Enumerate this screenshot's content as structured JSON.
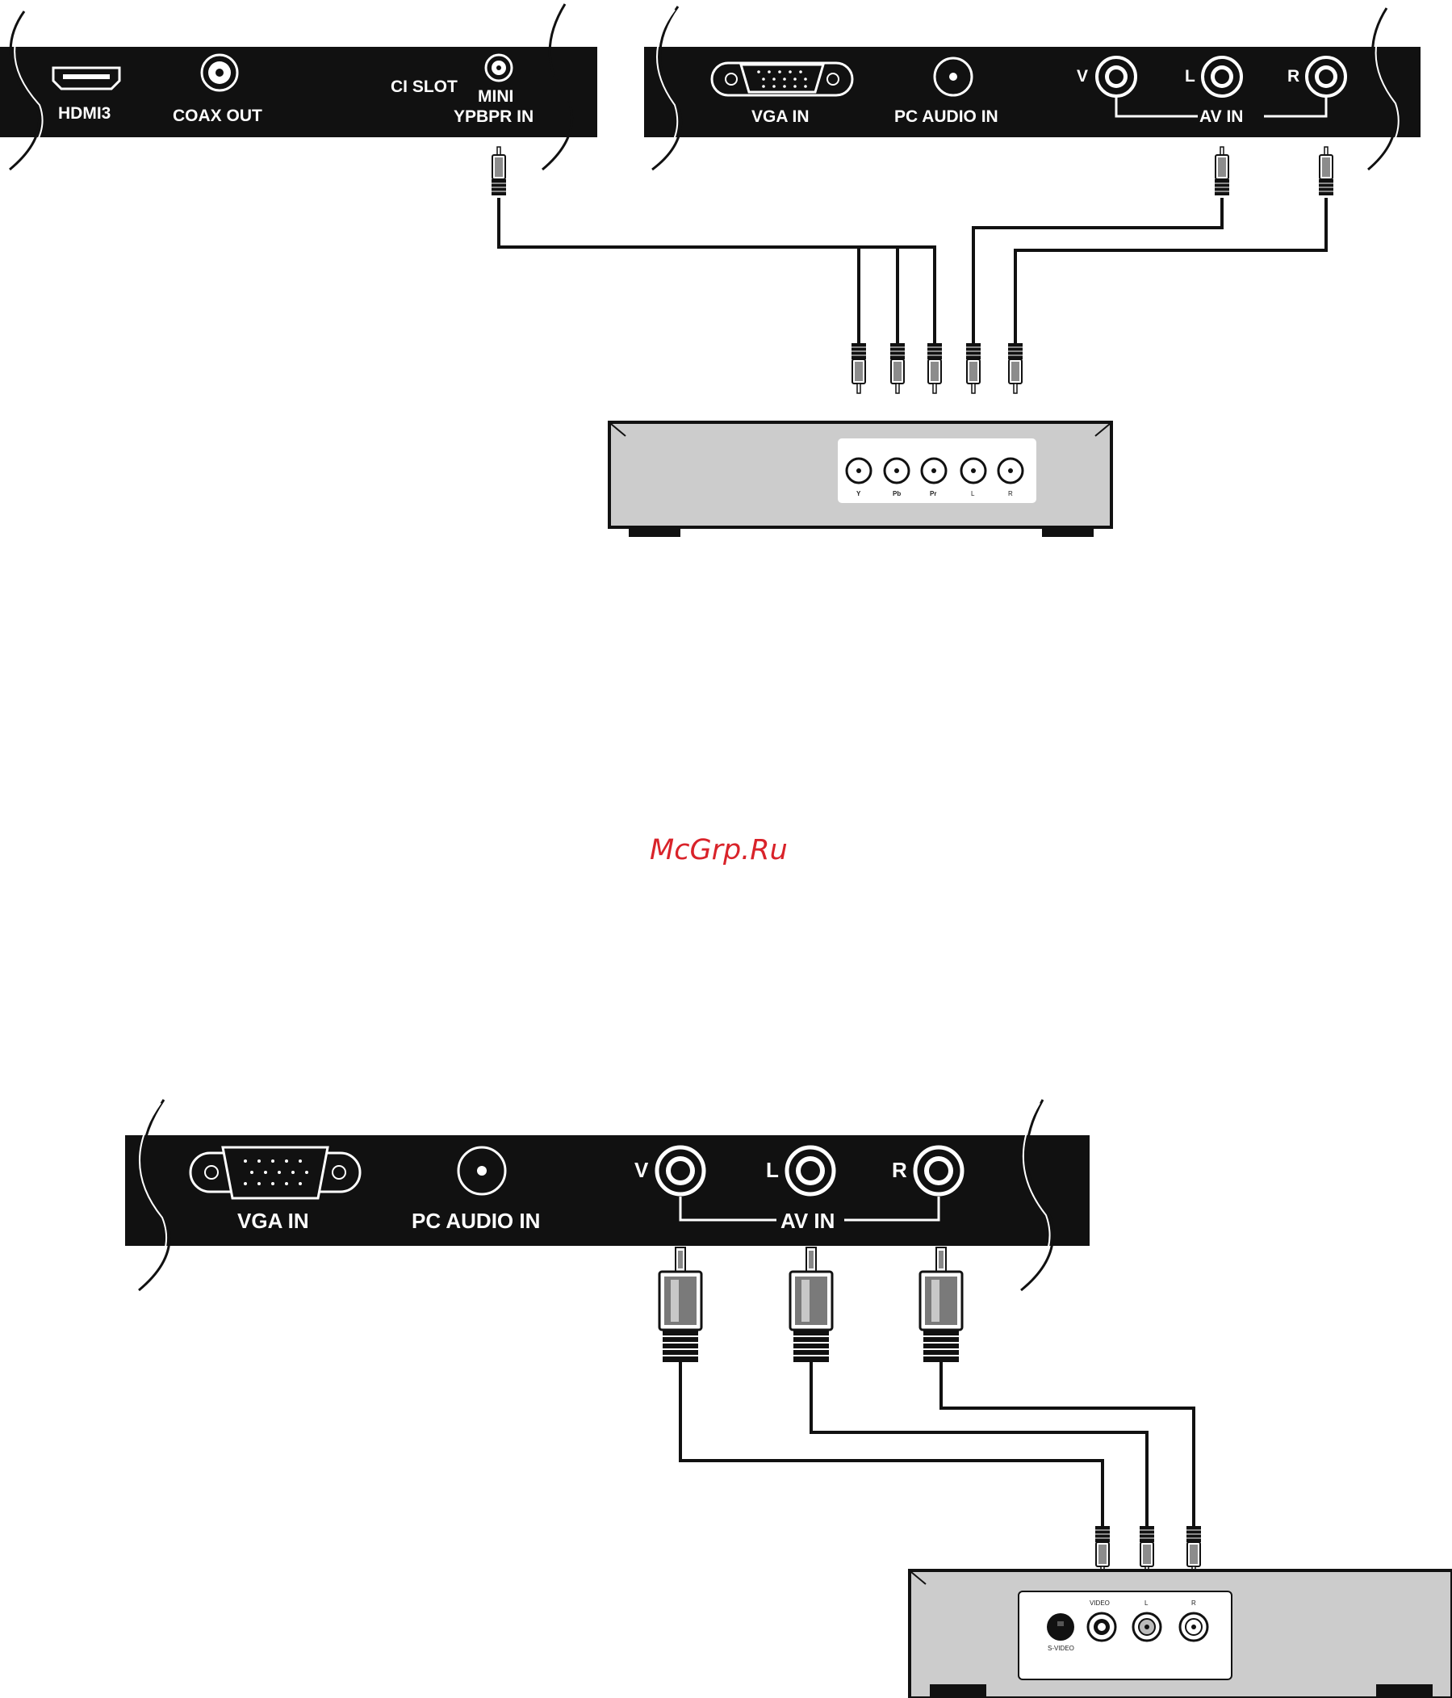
{
  "colors": {
    "panel": "#111111",
    "device": "#cccccc",
    "cable": "#111111",
    "watermark": "#d9232a"
  },
  "top_panel_left": {
    "hdmi": "HDMI3",
    "coax": "COAX OUT",
    "ci": "CI SLOT",
    "mini_1": "MINI",
    "mini_2": "YPBPR IN"
  },
  "top_panel_right": {
    "vga": "VGA IN",
    "pc_audio": "PC AUDIO IN",
    "v": "V",
    "l": "L",
    "r": "R",
    "av_in": "AV IN"
  },
  "component_device": {
    "y": "Y",
    "pb": "Pb",
    "pr": "Pr",
    "l": "L",
    "r": "R"
  },
  "watermark": "McGrp.Ru",
  "bottom_panel": {
    "vga": "VGA IN",
    "pc_audio": "PC AUDIO IN",
    "v": "V",
    "l": "L",
    "r": "R",
    "av_in": "AV IN"
  },
  "av_device": {
    "video": "VIDEO",
    "l": "L",
    "r": "R",
    "svideo": "S-VIDEO"
  }
}
